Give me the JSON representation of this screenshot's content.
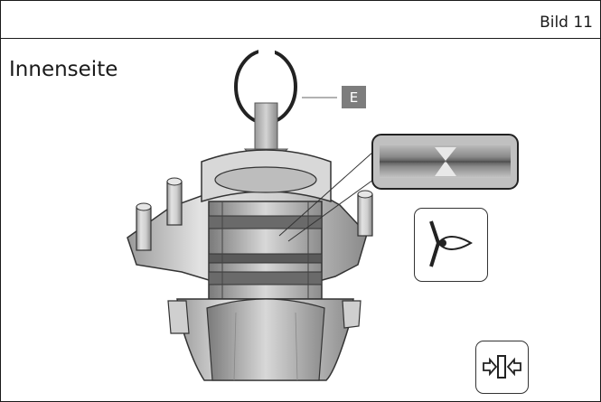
{
  "header": {
    "figure_label": "Bild 11"
  },
  "view_title": "Innenseite",
  "callouts": [
    {
      "label": "E"
    }
  ],
  "symbols": {
    "inspect": "eye-inspection-icon",
    "press_fit": "press-fit-icon"
  },
  "colors": {
    "frame": "#1a1a1a",
    "callout_bg": "#7d7d7d",
    "part_gray": "#c8c8c8",
    "arrow_gray": "#909090"
  }
}
